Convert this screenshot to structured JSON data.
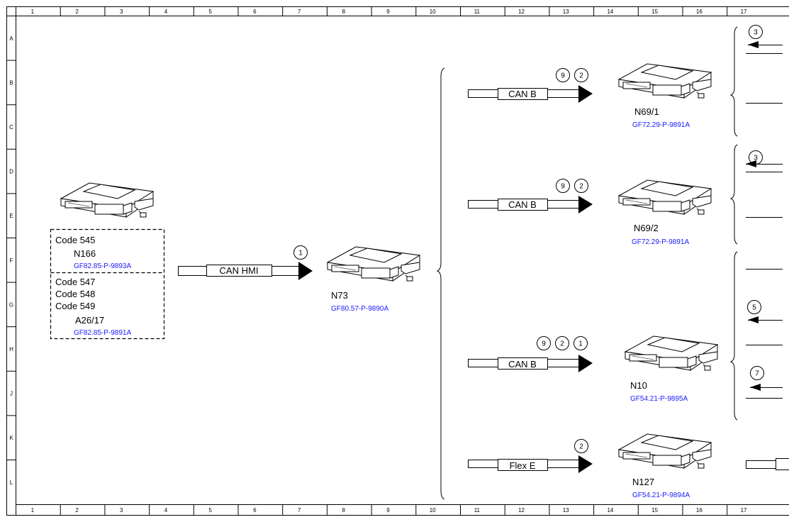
{
  "grid": {
    "columns": [
      "1",
      "2",
      "3",
      "4",
      "5",
      "6",
      "7",
      "8",
      "9",
      "10",
      "11",
      "12",
      "13",
      "14",
      "15",
      "16",
      "17"
    ],
    "rows": [
      "A",
      "B",
      "C",
      "D",
      "E",
      "F",
      "G",
      "H",
      "J",
      "K",
      "L"
    ]
  },
  "left_group": {
    "code_545": "Code 545",
    "n166": "N166",
    "n166_ref": "GF82.85-P-9893A",
    "code_547": "Code 547",
    "code_548": "Code 548",
    "code_549": "Code 549",
    "a26_17": "A26/17",
    "a26_17_ref": "GF82.85-P-9891A"
  },
  "main_bus": {
    "label": "CAN HMI",
    "marker": "1"
  },
  "n73": {
    "label": "N73",
    "ref": "GF80.57-P-9890A"
  },
  "rows": [
    {
      "bus": "CAN B",
      "markers": [
        "9",
        "2"
      ],
      "label": "N69/1",
      "ref": "GF72.29-P-9891A"
    },
    {
      "bus": "CAN B",
      "markers": [
        "9",
        "2"
      ],
      "label": "N69/2",
      "ref": "GF72.29-P-9891A"
    },
    {
      "bus": "CAN B",
      "markers": [
        "9",
        "2",
        "1"
      ],
      "label": "N10",
      "ref": "GF54.21-P-9895A"
    },
    {
      "bus": "Flex E",
      "markers": [
        "2"
      ],
      "label": "N127",
      "ref": "GF54.21-P-9894A"
    }
  ],
  "right_markers": [
    "3",
    "3",
    "5",
    "7"
  ]
}
